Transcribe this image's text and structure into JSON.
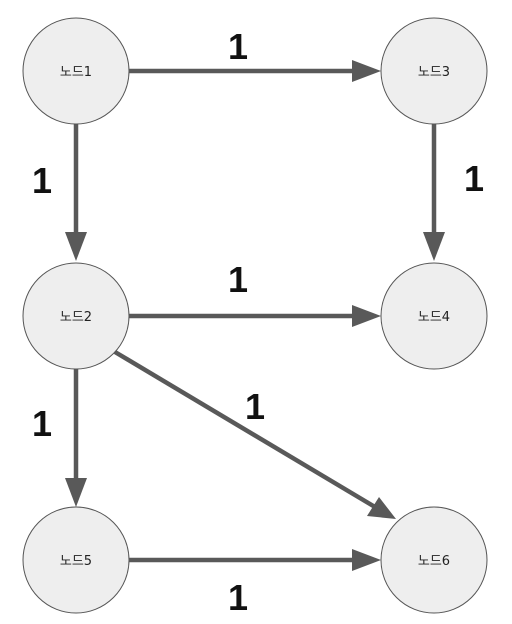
{
  "nodes": [
    {
      "id": "n1",
      "label": "노드1"
    },
    {
      "id": "n3",
      "label": "노드3"
    },
    {
      "id": "n2",
      "label": "노드2"
    },
    {
      "id": "n4",
      "label": "노드4"
    },
    {
      "id": "n5",
      "label": "노드5"
    },
    {
      "id": "n6",
      "label": "노드6"
    }
  ],
  "edges": [
    {
      "from": "노드1",
      "to": "노드3",
      "weight": "1"
    },
    {
      "from": "노드1",
      "to": "노드2",
      "weight": "1"
    },
    {
      "from": "노드3",
      "to": "노드4",
      "weight": "1"
    },
    {
      "from": "노드2",
      "to": "노드4",
      "weight": "1"
    },
    {
      "from": "노드2",
      "to": "노드6",
      "weight": "1"
    },
    {
      "from": "노드2",
      "to": "노드5",
      "weight": "1"
    },
    {
      "from": "노드5",
      "to": "노드6",
      "weight": "1"
    }
  ],
  "colors": {
    "node_fill": "#eeeeee",
    "node_stroke": "#555555",
    "edge": "#595959",
    "weight_text": "#111111"
  }
}
